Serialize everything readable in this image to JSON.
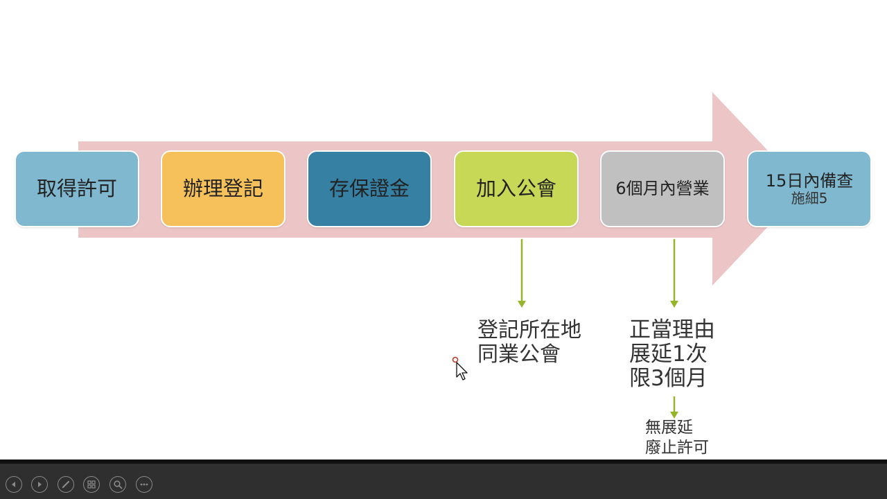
{
  "steps": [
    {
      "label": "取得許可",
      "sub": "",
      "color": "#7fb8cf"
    },
    {
      "label": "辦理登記",
      "sub": "",
      "color": "#f6c15a"
    },
    {
      "label": "存保證金",
      "sub": "",
      "color": "#3580a3"
    },
    {
      "label": "加入公會",
      "sub": "",
      "color": "#c6d856"
    },
    {
      "label": "6個月內營業",
      "sub": "",
      "color": "#c0c0c0"
    },
    {
      "label": "15日內備查",
      "sub": "施細5",
      "color": "#7fb8cf"
    }
  ],
  "notes": {
    "guild": [
      "登記所在地",
      "同業公會"
    ],
    "extension": [
      "正當理由",
      "展延1次",
      "限3個月"
    ],
    "no_extension": [
      "無展延",
      "廢止許可"
    ]
  },
  "colors": {
    "big_arrow": "#ecc5c6",
    "connector": "#94b42a",
    "control_bar": "#2f2f2f"
  },
  "controls": [
    {
      "name": "previous-slide",
      "icon": "chevron-left-icon"
    },
    {
      "name": "next-slide",
      "icon": "chevron-right-icon"
    },
    {
      "name": "pen",
      "icon": "pen-icon"
    },
    {
      "name": "slide-grid",
      "icon": "grid-icon"
    },
    {
      "name": "zoom",
      "icon": "magnifier-icon"
    },
    {
      "name": "more-options",
      "icon": "ellipsis-icon"
    }
  ]
}
